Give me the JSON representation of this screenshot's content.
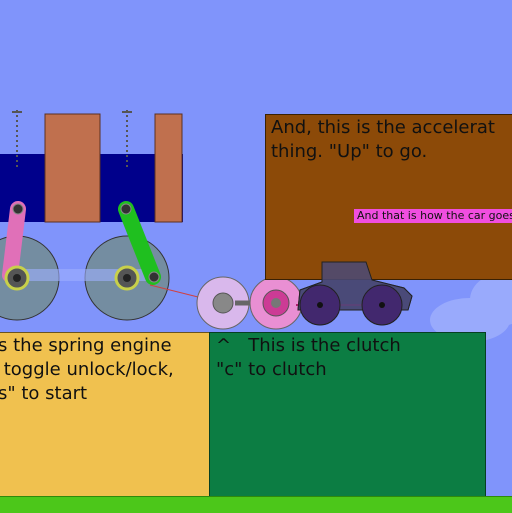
{
  "notes": {
    "accelerator": "And, this is the accelerat\nthing. \"Up\" to go.",
    "car_label": "And that is how the car goes",
    "spring_engine": "s the spring engine\n toggle unlock/lock,\ns\" to start",
    "clutch": "^   This is the clutch\n\"c\" to clutch"
  },
  "colors": {
    "sky": "#8094fb",
    "accelerator_panel": "#8c4a08",
    "spring_panel": "#f0c14f",
    "clutch_panel": "#0c7d43",
    "ground": "#4cc71a",
    "label_highlight": "#f04ee0"
  }
}
